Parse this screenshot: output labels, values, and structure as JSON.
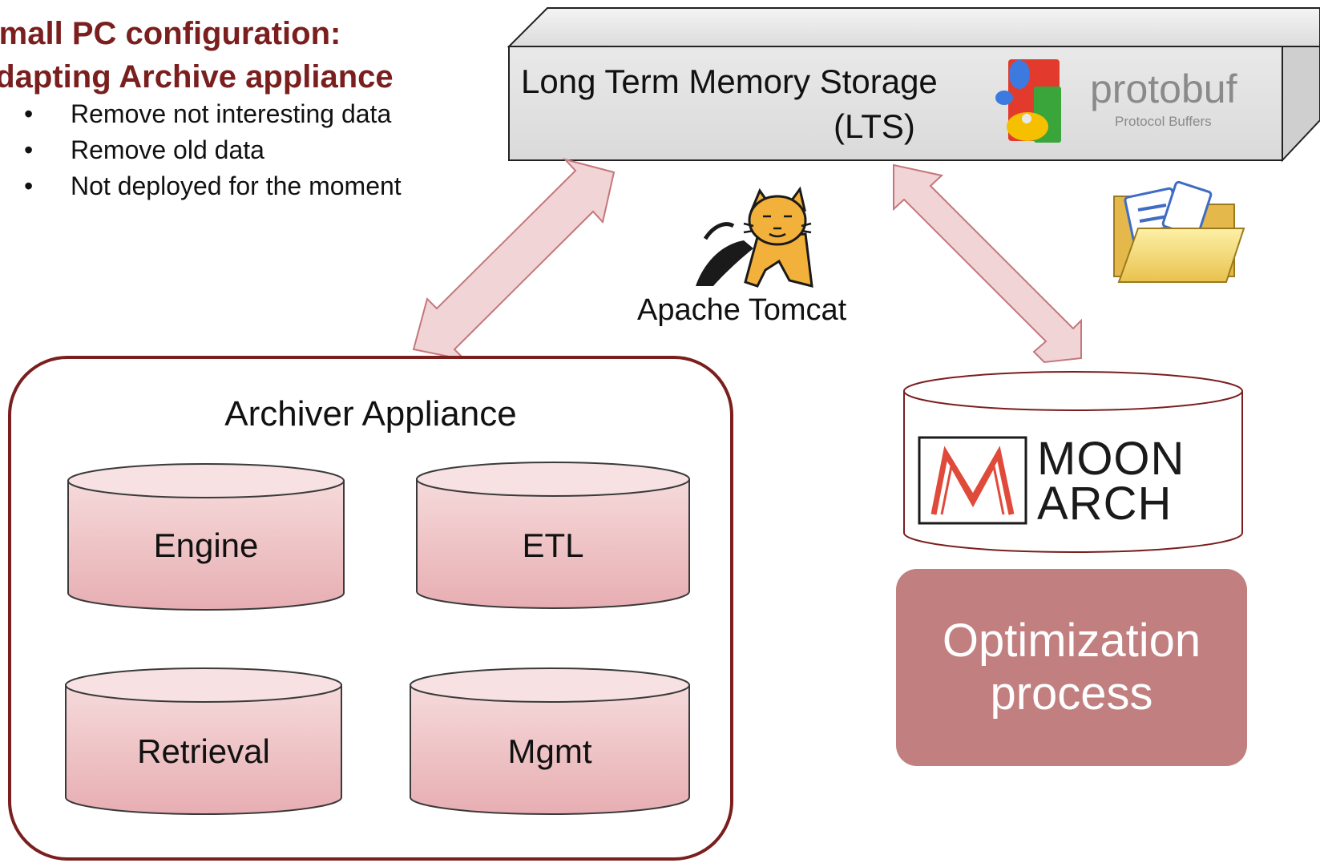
{
  "title": {
    "line1": "Small PC configuration:",
    "line2": "adapting Archive appliance"
  },
  "bullets": [
    "Remove not interesting data",
    "Remove old data",
    "Not deployed for the moment"
  ],
  "bullet_glyph": "•",
  "lts": {
    "line1": "Long Term Memory Storage",
    "line2": "(LTS)"
  },
  "protobuf": {
    "name": "protobuf",
    "subtitle": "Protocol Buffers"
  },
  "tomcat": {
    "label": "Apache Tomcat",
    "icon": "tomcat-cat-icon"
  },
  "archiver": {
    "title": "Archiver Appliance",
    "components": [
      "Engine",
      "ETL",
      "Retrieval",
      "Mgmt"
    ]
  },
  "moonarch": {
    "line1": "MOON",
    "line2": "ARCH"
  },
  "optimization": {
    "label": "Optimization\nprocess"
  },
  "icons": [
    "google-logo-icon",
    "tomcat-cat-icon",
    "document-folder-icon",
    "moonarch-logo-icon"
  ],
  "colors": {
    "title": "#7a1e1e",
    "archiver_border": "#7a1e1e",
    "cylinder_fill": "#eebcbf",
    "arrow_fill": "#f1d4d6",
    "arrow_stroke": "#c4777b",
    "optimization_box": "#c17f80",
    "lts_box": "#e2e2e2"
  }
}
